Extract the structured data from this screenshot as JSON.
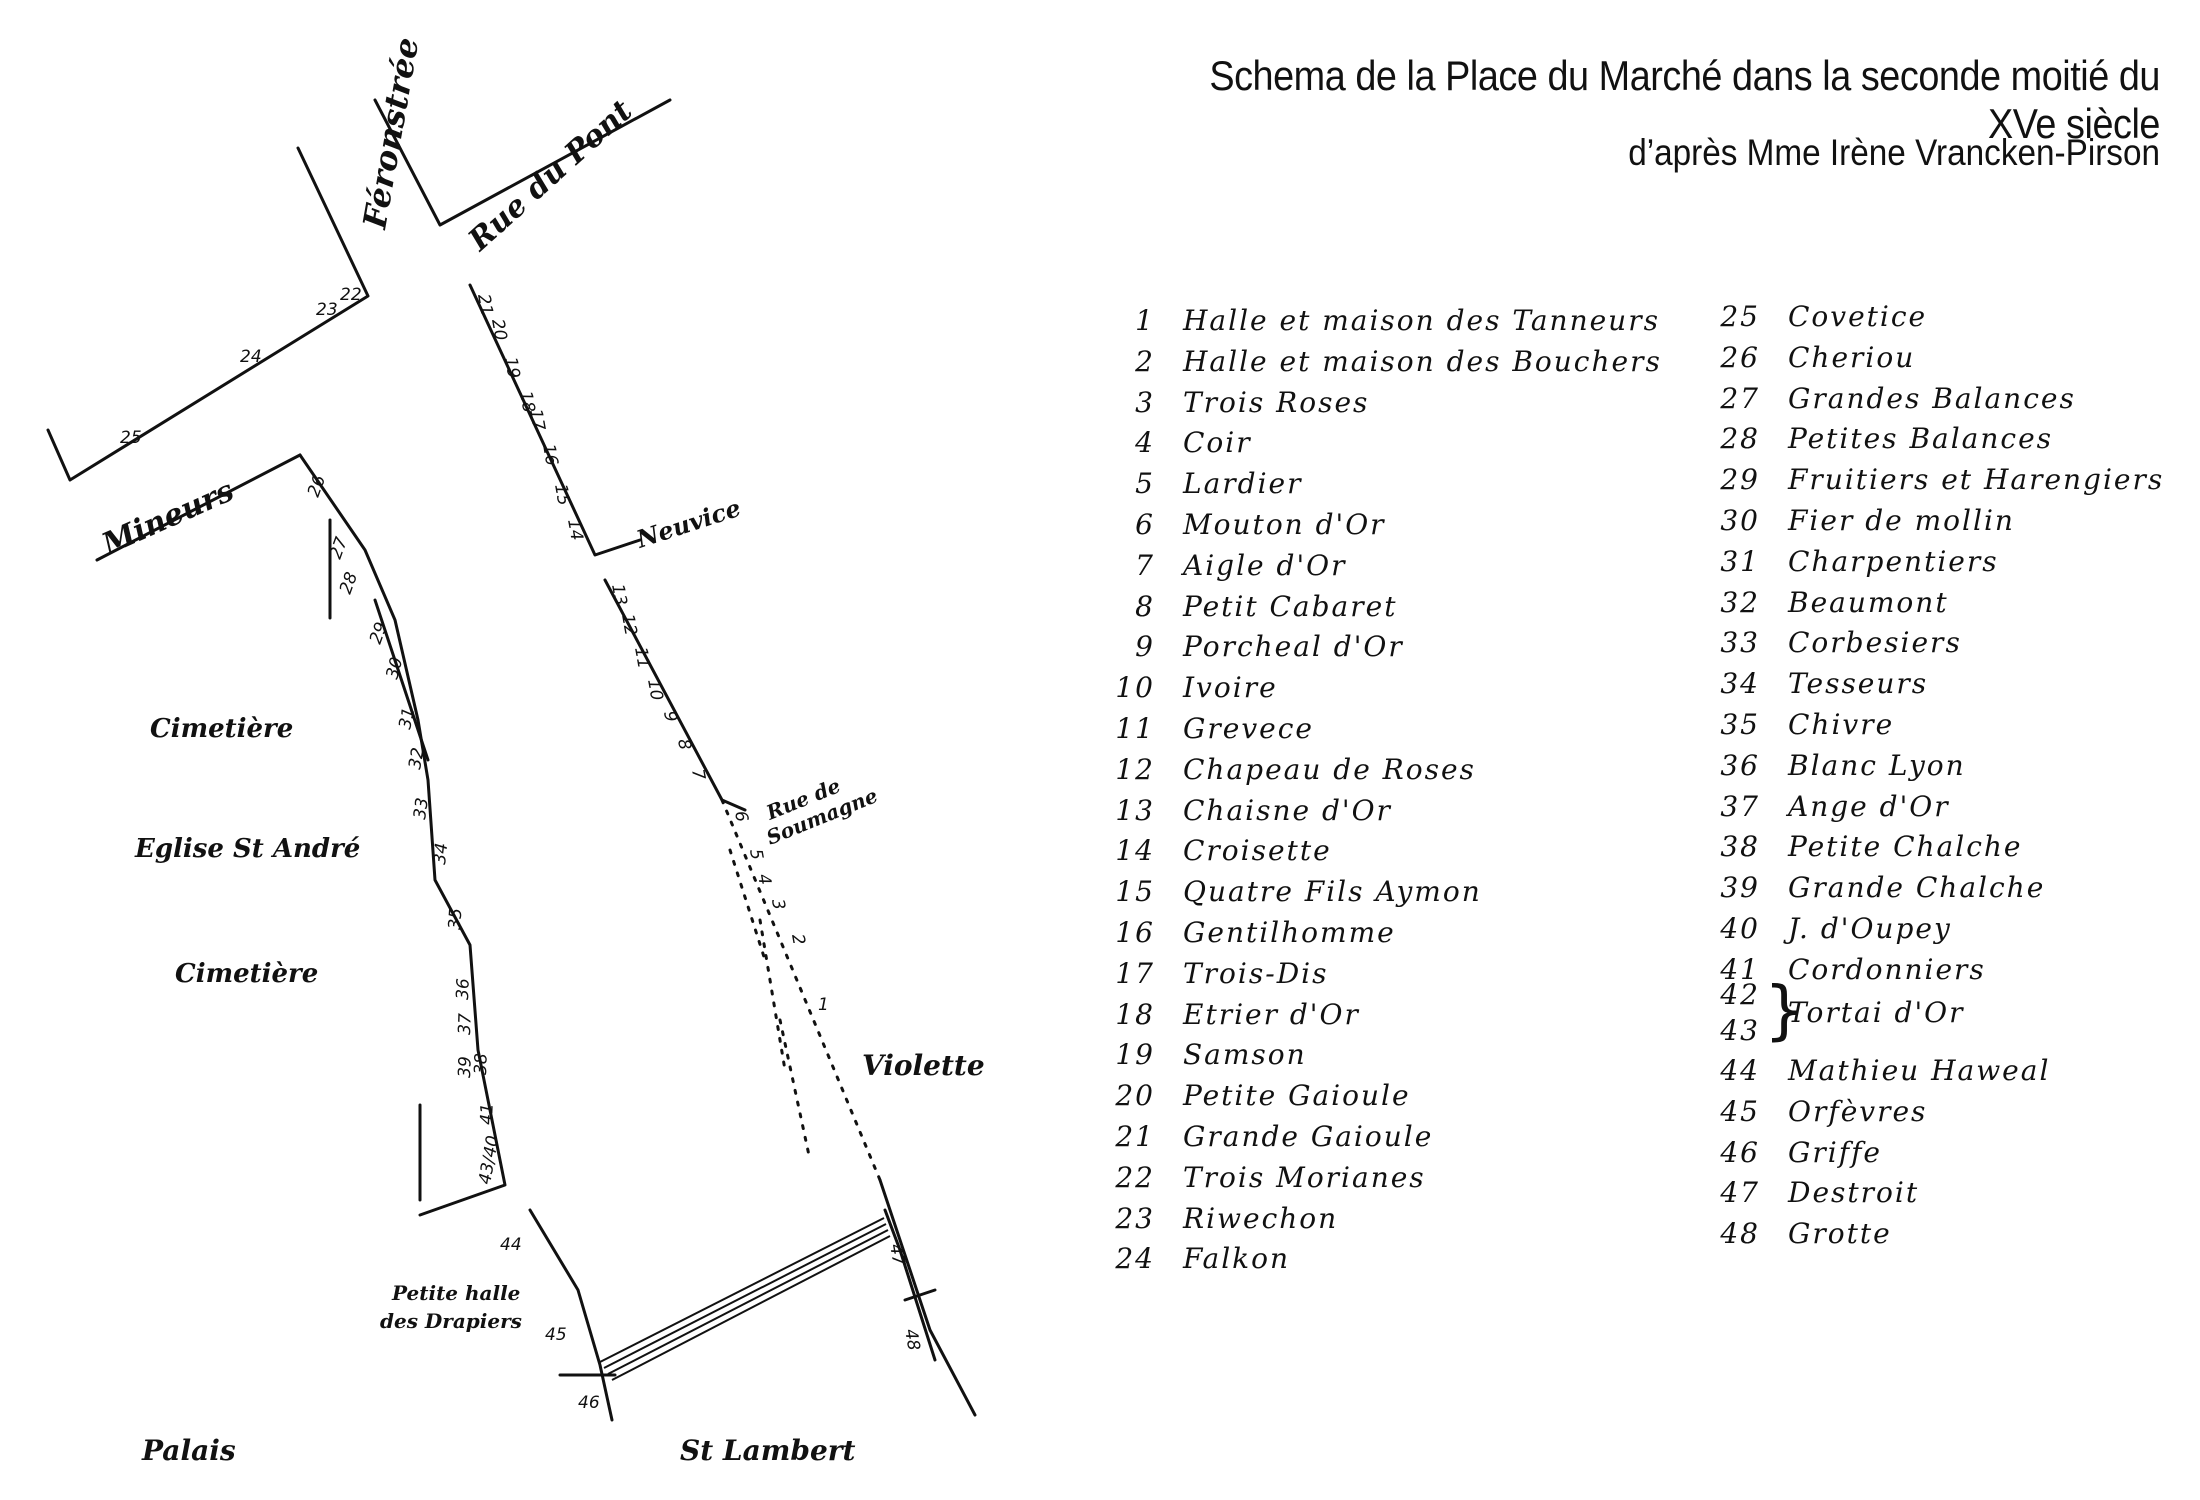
{
  "header": {
    "title": "Schema de la Place du Marché dans la seconde moitié du XVe siècle",
    "subtitle": "d’après Mme Irène Vrancken-Pirson"
  },
  "map": {
    "streets": {
      "feronstree": "Féronstrée",
      "rue_du_pont": "Rue du Pont",
      "mineurs": "Mineurs",
      "neuvice": "Neuvice",
      "rue_de_soumagne_1": "Rue de",
      "rue_de_soumagne_2": "Soumagne"
    },
    "places": {
      "cimetiere_1": "Cimetière",
      "eglise": "Eglise St André",
      "cimetiere_2": "Cimetière",
      "violette": "Violette",
      "petite_halle_1": "Petite halle",
      "petite_halle_2": "des Drapiers",
      "palais": "Palais",
      "st_lambert": "St Lambert"
    },
    "lots": {
      "l25": "25",
      "l24": "24",
      "l23": "23",
      "l22": "22",
      "l21": "21",
      "l20": "20",
      "l19": "19",
      "l18": "18",
      "l17": "17",
      "l16": "16",
      "l15": "15",
      "l14": "14",
      "l13": "13",
      "l12": "12",
      "l11": "11",
      "l10": "10",
      "l9": "9",
      "l8": "8",
      "l7": "7",
      "l6": "6",
      "l5": "5",
      "l4": "4",
      "l3": "3",
      "l2": "2",
      "l1": "1",
      "l26": "26",
      "l27": "27",
      "l28": "28",
      "l29": "29",
      "l30": "30",
      "l31": "31",
      "l32": "32",
      "l33": "33",
      "l34": "34",
      "l35": "35",
      "l36": "36",
      "l37": "37",
      "l38": "38",
      "l39": "39",
      "l41": "41",
      "l4340": "43/40",
      "l44": "44",
      "l45": "45",
      "l46": "46",
      "l47": "47",
      "l48": "48"
    }
  },
  "legend": {
    "left": [
      {
        "num": "1",
        "name": "Halle et maison des Tanneurs"
      },
      {
        "num": "2",
        "name": "Halle et maison des Bouchers"
      },
      {
        "num": "3",
        "name": "Trois Roses"
      },
      {
        "num": "4",
        "name": "Coir"
      },
      {
        "num": "5",
        "name": "Lardier"
      },
      {
        "num": "6",
        "name": "Mouton d'Or"
      },
      {
        "num": "7",
        "name": "Aigle d'Or"
      },
      {
        "num": "8",
        "name": "Petit Cabaret"
      },
      {
        "num": "9",
        "name": "Porcheal d'Or"
      },
      {
        "num": "10",
        "name": "Ivoire"
      },
      {
        "num": "11",
        "name": "Grevece"
      },
      {
        "num": "12",
        "name": "Chapeau de Roses"
      },
      {
        "num": "13",
        "name": "Chaisne d'Or"
      },
      {
        "num": "14",
        "name": "Croisette"
      },
      {
        "num": "15",
        "name": "Quatre Fils Aymon"
      },
      {
        "num": "16",
        "name": "Gentilhomme"
      },
      {
        "num": "17",
        "name": "Trois-Dis"
      },
      {
        "num": "18",
        "name": "Etrier d'Or"
      },
      {
        "num": "19",
        "name": "Samson"
      },
      {
        "num": "20",
        "name": "Petite Gaioule"
      },
      {
        "num": "21",
        "name": "Grande Gaioule"
      },
      {
        "num": "22",
        "name": "Trois Morianes"
      },
      {
        "num": "23",
        "name": "Riwechon"
      },
      {
        "num": "24",
        "name": "Falkon"
      }
    ],
    "right": [
      {
        "num": "25",
        "name": "Covetice"
      },
      {
        "num": "26",
        "name": "Cheriou"
      },
      {
        "num": "27",
        "name": "Grandes Balances"
      },
      {
        "num": "28",
        "name": "Petites Balances"
      },
      {
        "num": "29",
        "name": "Fruitiers et Harengiers"
      },
      {
        "num": "30",
        "name": "Fier de mollin"
      },
      {
        "num": "31",
        "name": "Charpentiers"
      },
      {
        "num": "32",
        "name": "Beaumont"
      },
      {
        "num": "33",
        "name": "Corbesiers"
      },
      {
        "num": "34",
        "name": "Tesseurs"
      },
      {
        "num": "35",
        "name": "Chivre"
      },
      {
        "num": "36",
        "name": "Blanc Lyon"
      },
      {
        "num": "37",
        "name": "Ange d'Or"
      },
      {
        "num": "38",
        "name": "Petite Chalche"
      },
      {
        "num": "39",
        "name": "Grande Chalche"
      },
      {
        "num": "40",
        "name": "J. d'Oupey"
      },
      {
        "num": "41",
        "name": "Cordonniers"
      }
    ],
    "brace_group": {
      "num_a": "42",
      "num_b": "43",
      "brace": "}",
      "name": "Tortai d'Or"
    },
    "right_tail": [
      {
        "num": "44",
        "name": "Mathieu Haweal"
      },
      {
        "num": "45",
        "name": "Orfèvres"
      },
      {
        "num": "46",
        "name": "Griffe"
      },
      {
        "num": "47",
        "name": "Destroit"
      },
      {
        "num": "48",
        "name": "Grotte"
      }
    ]
  }
}
